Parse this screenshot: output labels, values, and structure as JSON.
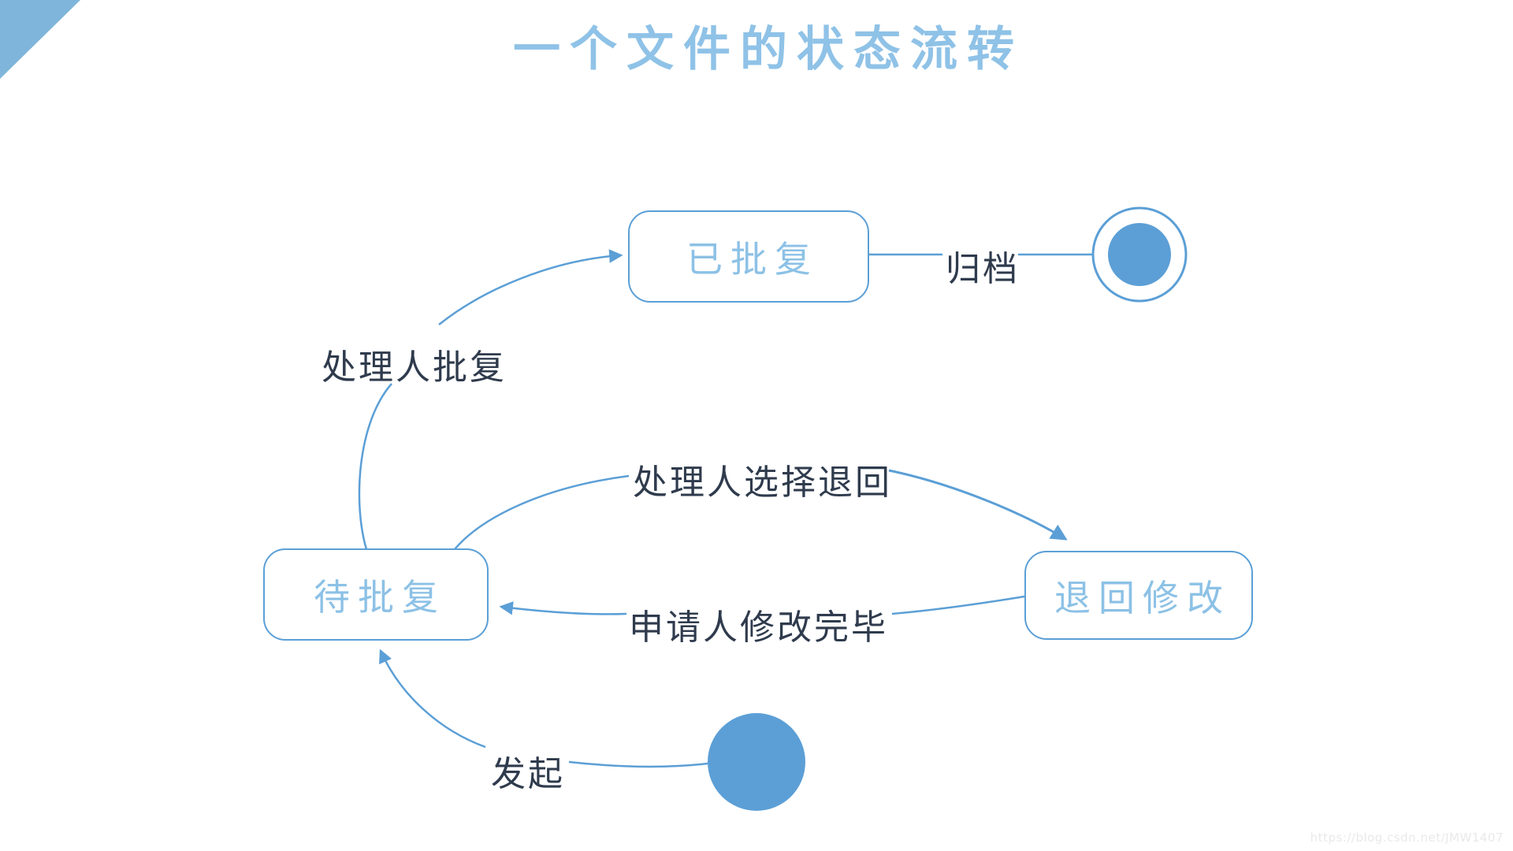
{
  "page": {
    "title": "一个文件的状态流转",
    "watermark": "https://blog.csdn.net/JMW1407"
  },
  "colors": {
    "accent_blue": "#5b9fd6",
    "light_blue_text": "#8fc2e7",
    "dark_label_text": "#2f3b4d",
    "corner_triangle": "#7fb5da",
    "circle_fill": "#5c9fd6",
    "watermark_gray": "#e9e9e9"
  },
  "diagram": {
    "type": "uml-state-diagram",
    "states": [
      {
        "id": "approved",
        "label": "已批复"
      },
      {
        "id": "pending",
        "label": "待批复"
      },
      {
        "id": "returned",
        "label": "退回修改"
      }
    ],
    "pseudostates": [
      {
        "id": "start",
        "shape": "filled-circle"
      },
      {
        "id": "end",
        "shape": "ring-with-filled-circle"
      }
    ],
    "transitions": [
      {
        "from": "start",
        "to": "pending",
        "label": "发起"
      },
      {
        "from": "pending",
        "to": "approved",
        "label": "处理人批复"
      },
      {
        "from": "approved",
        "to": "end",
        "label": "归档"
      },
      {
        "from": "pending",
        "to": "returned",
        "label": "处理人选择退回"
      },
      {
        "from": "returned",
        "to": "pending",
        "label": "申请人修改完毕"
      }
    ]
  }
}
